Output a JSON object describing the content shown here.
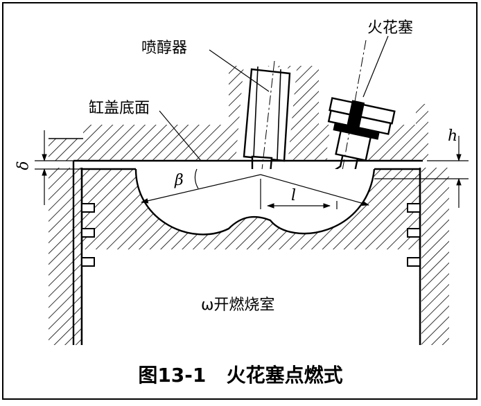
{
  "labels": {
    "injector": "喷醇器",
    "spark_plug": "火花塞",
    "head_face": "缸盖底面",
    "chamber": "ω开燃烧室",
    "delta": "δ",
    "h": "h",
    "beta": "β",
    "l": "l"
  },
  "caption": {
    "number": "图13-1",
    "title": "火花塞点燃式"
  }
}
